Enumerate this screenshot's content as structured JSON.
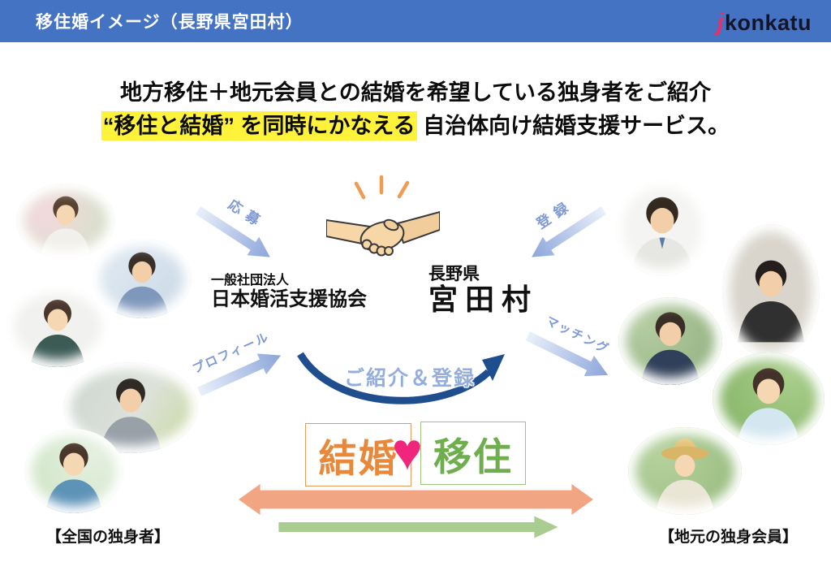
{
  "header": {
    "title": "移住婚イメージ（長野県宮田村）",
    "logo_mark": "j",
    "logo_text": "konkatu"
  },
  "headline": {
    "line1": "地方移住＋地元会員との結婚を希望している独身者をご紹介",
    "line2_highlight": "“移住と結婚” を同時にかなえる",
    "line2_rest": " 自治体向け結婚支援サービス。"
  },
  "center": {
    "org_prefix": "一般社団法人",
    "org_name": "日本婚活支援協会",
    "prefecture": "長野県",
    "village": "宮田村",
    "handshake_icon": "handshake-icon",
    "rays_icon": "sparkle-rays-icon"
  },
  "flow": {
    "apply": "応募",
    "register": "登録",
    "profile": "プロフィール",
    "matching": "マッチング",
    "intro": "ご紹介＆登録"
  },
  "result": {
    "marriage": "結婚",
    "heart": "♥",
    "migration": "移住"
  },
  "groups": {
    "left": "【全国の独身者】",
    "right": "【地元の独身会員】"
  },
  "photos": {
    "left": [
      "woman-flowers",
      "man-blue-suit",
      "woman-floral-top",
      "man-glasses-office",
      "woman-blue-dress"
    ],
    "right": [
      "man-white-workwear",
      "man-black-tshirt",
      "man-navy-jacket",
      "woman-lightblue-top",
      "woman-straw-hat"
    ]
  },
  "colors": {
    "header_bg": "#4573C4",
    "highlight_yellow": "#FFF23B",
    "flow_arrow_blue": "#8CA5DA",
    "flow_label_blue": "#7E99D6",
    "curve_dark_blue": "#1F4E8F",
    "intro_text_blue": "#93AEDC",
    "marriage_orange": "#E8883B",
    "migration_green": "#6FAE4C",
    "heart_pink": "#F0257C",
    "bottom_arrow_salmon": "#F2A583",
    "bottom_arrow_green": "#A9CD90",
    "logo_pink": "#E0326E"
  }
}
